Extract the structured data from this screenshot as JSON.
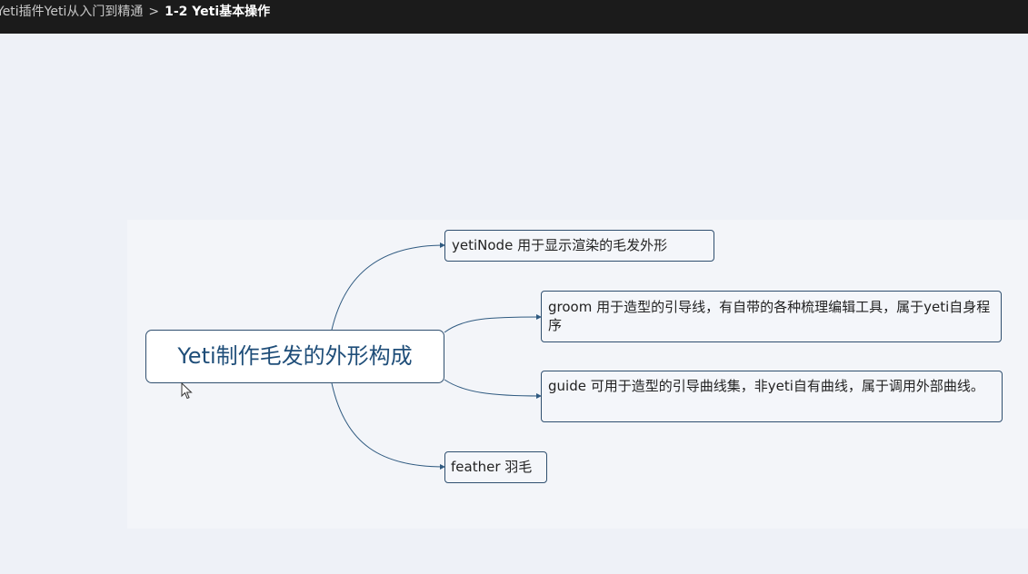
{
  "header": {
    "course_title": "Yeti插件Yeti从入门到精通",
    "separator": ">",
    "current_lesson": "1-2 Yeti基本操作"
  },
  "mindmap": {
    "root": "Yeti制作毛发的外形构成",
    "branches": [
      {
        "text": "yetiNode 用于显示渲染的毛发外形"
      },
      {
        "text": "groom 用于造型的引导线，有自带的各种梳理编辑工具，属于yeti自身程序"
      },
      {
        "text": "guide 可用于造型的引导曲线集，非yeti自有曲线，属于调用外部曲线。"
      },
      {
        "text": "feather 羽毛"
      }
    ]
  },
  "colors": {
    "topbar": "#1b1b1b",
    "canvas": "#eef1f7",
    "connector": "#2f5a80",
    "root_text": "#1f4e79"
  }
}
